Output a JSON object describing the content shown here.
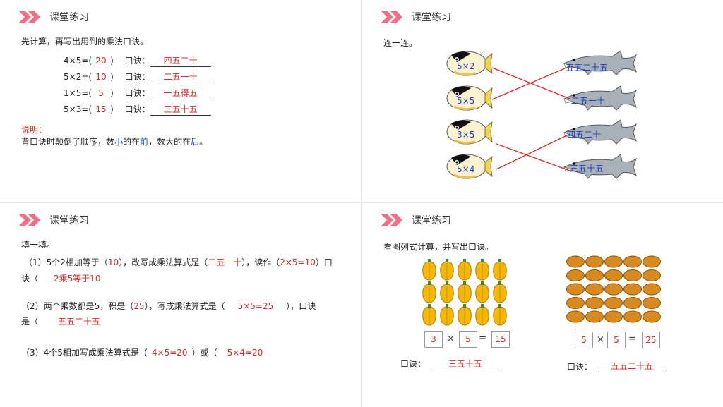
{
  "section_title": "课堂练习",
  "p1": {
    "instruction": "先计算，再写出用到的乘法口诀。",
    "koujue_label": "口诀：",
    "rows": [
      {
        "eq": "4×5=(",
        "ans": "20",
        "close": ")",
        "rhyme": "四五二十"
      },
      {
        "eq": "5×2=(",
        "ans": "10",
        "close": ")",
        "rhyme": "二五一十"
      },
      {
        "eq": "1×5=(",
        "ans": "5",
        "close": ")",
        "rhyme": "一五得五"
      },
      {
        "eq": "5×3=(",
        "ans": "15",
        "close": ")",
        "rhyme": "三五十五"
      }
    ],
    "note_title": "说明：",
    "note_a": "背口诀时颠倒了顺序，数",
    "note_small": "小",
    "note_b": "的在",
    "note_front": "前",
    "note_c": "，数大的在",
    "note_back": "后",
    "note_d": "。"
  },
  "p2": {
    "instruction": "连一连。",
    "fish": [
      "5×2",
      "5×5",
      "3×5",
      "5×4"
    ],
    "sharks": [
      "五五二十五",
      "二五一十",
      "四五二十",
      "三五十五"
    ]
  },
  "p3": {
    "instruction": "填一填。",
    "q1_a": "（1）5个2相加等于（",
    "q1_ans1": "10",
    "q1_b": "），改写成乘法算式是（",
    "q1_ans2": "二五一十",
    "q1_c": "），读作（",
    "q1_ans3": "2×5=10",
    "q1_d": "）口",
    "q1_e": "诀（",
    "q1_ans4": "2乘5等于10",
    "q2_a": "（2）两个乘数都是5，积是（",
    "q2_ans1": "25",
    "q2_b": "），写成乘法算式是（",
    "q2_ans2": "5×5=25",
    "q2_c": "），口诀",
    "q2_d": "是（",
    "q2_ans3": "五五二十五",
    "q3_a": "（3）4个5相加写成乘法算式是（",
    "q3_ans1": "4×5=20",
    "q3_b": "）或（",
    "q3_ans2": "5×4=20"
  },
  "p4": {
    "instruction": "看图列式计算，并写出口诀。",
    "left": {
      "a": "3",
      "op": "×",
      "b": "5",
      "eq": "=",
      "r": "15",
      "label": "口诀：",
      "rhyme": "三五十五"
    },
    "right": {
      "a": "5",
      "op": "×",
      "b": "5",
      "eq": "=",
      "r": "25",
      "label": "口诀：",
      "rhyme": "五五二十五"
    }
  }
}
